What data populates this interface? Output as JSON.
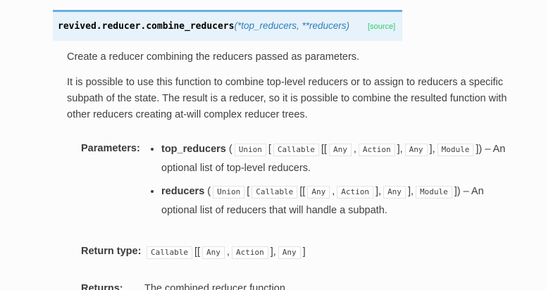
{
  "colors": {
    "page_background": "#fcfcfc",
    "signature_box_background": "#e7f2fa",
    "signature_box_border": "#6ab0de",
    "signature_name": "#000000",
    "signature_params": "#2980b9",
    "source_link": "#2ecc71",
    "body_text": "#404040",
    "code_border": "#e1e4e5"
  },
  "signature": {
    "qualname": "revived.reducer.combine_reducers",
    "params": "(*top_reducers, **reducers)",
    "source_label": "[source]"
  },
  "description": {
    "p1": "Create a reducer combining the reducers passed as parameters.",
    "p2": "It is possible to use this function to combine top-level reducers or to assign to reducers a specific subpath of the state. The result is a reducer, so it is possible to combine the resulted function with other reducers creating at-will complex reducer trees."
  },
  "fields": {
    "parameters": {
      "label": "Parameters:",
      "items": [
        {
          "name": "top_reducers",
          "type_tokens": [
            {
              "t": "text",
              "v": "("
            },
            {
              "t": "code",
              "v": "Union"
            },
            {
              "t": "text",
              "v": "["
            },
            {
              "t": "code",
              "v": "Callable"
            },
            {
              "t": "text",
              "v": "[["
            },
            {
              "t": "code",
              "v": "Any"
            },
            {
              "t": "text",
              "v": ","
            },
            {
              "t": "code",
              "v": "Action"
            },
            {
              "t": "text",
              "v": "],"
            },
            {
              "t": "code",
              "v": "Any"
            },
            {
              "t": "text",
              "v": "],"
            },
            {
              "t": "code",
              "v": "Module"
            },
            {
              "t": "text",
              "v": "])"
            }
          ],
          "description": " – An optional list of top-level reducers."
        },
        {
          "name": "reducers",
          "type_tokens": [
            {
              "t": "text",
              "v": "("
            },
            {
              "t": "code",
              "v": "Union"
            },
            {
              "t": "text",
              "v": "["
            },
            {
              "t": "code",
              "v": "Callable"
            },
            {
              "t": "text",
              "v": "[["
            },
            {
              "t": "code",
              "v": "Any"
            },
            {
              "t": "text",
              "v": ","
            },
            {
              "t": "code",
              "v": "Action"
            },
            {
              "t": "text",
              "v": "],"
            },
            {
              "t": "code",
              "v": "Any"
            },
            {
              "t": "text",
              "v": "],"
            },
            {
              "t": "code",
              "v": "Module"
            },
            {
              "t": "text",
              "v": "])"
            }
          ],
          "description": " – An optional list of reducers that will handle a subpath."
        }
      ]
    },
    "return_type": {
      "label": "Return type:",
      "type_tokens": [
        {
          "t": "code",
          "v": "Callable"
        },
        {
          "t": "text",
          "v": "[["
        },
        {
          "t": "code",
          "v": "Any"
        },
        {
          "t": "text",
          "v": ","
        },
        {
          "t": "code",
          "v": "Action"
        },
        {
          "t": "text",
          "v": "],"
        },
        {
          "t": "code",
          "v": "Any"
        },
        {
          "t": "text",
          "v": "]"
        }
      ]
    },
    "returns": {
      "label": "Returns:",
      "value": "The combined reducer function."
    }
  }
}
